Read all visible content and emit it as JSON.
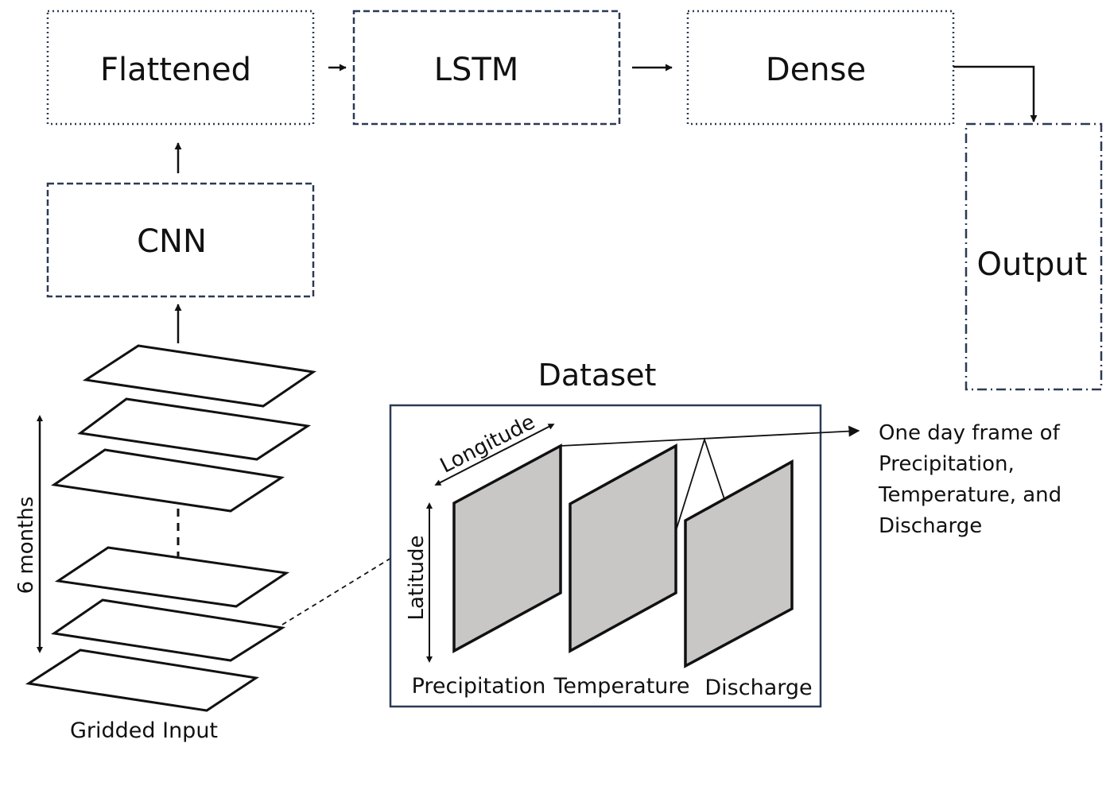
{
  "blocks": {
    "flattened": "Flattened",
    "lstm": "LSTM",
    "dense": "Dense",
    "cnn": "CNN",
    "output": "Output"
  },
  "dataset": {
    "title": "Dataset",
    "longitude_label": "Longitude",
    "latitude_label": "Latitude",
    "variables": [
      "Precipitation",
      "Temperature",
      "Discharge"
    ]
  },
  "input": {
    "label": "Gridded Input",
    "duration_label": "6 months"
  },
  "annotation": {
    "lines": [
      "One day frame of",
      "Precipitation,",
      "Temperature, and",
      "Discharge"
    ]
  },
  "colors": {
    "box_border": "#2b3a55",
    "line": "#111111",
    "frame_fill": "#c9c6c6"
  }
}
